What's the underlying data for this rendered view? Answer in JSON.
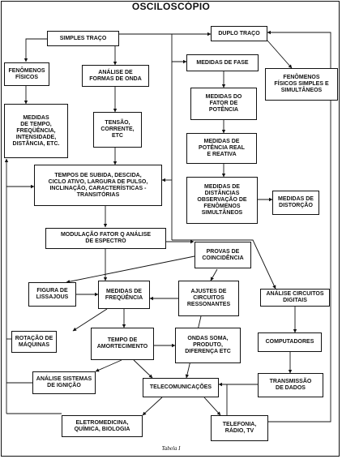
{
  "title": "OSCILOSCÓPIO",
  "caption": "Tabela I",
  "nodes": {
    "simples_traco": "SIMPLES TRAÇO",
    "duplo_traco": "DUPLO TRAÇO",
    "fenomenos_fisicos": "FENÔMENOS\nFÍSICOS",
    "analise_formas_onda": "ANÁLISE DE\nFORMAS DE ONDA",
    "medidas_fase": "MEDIDAS DE FASE",
    "fenomenos_simultaneos": "FENÔMENOS\nFÍSICOS SIMPLES E\nSIMULTÂNEOS",
    "medidas_fator_potencia": "MEDIDAS DO\nFATOR DE\nPOTÊNCIA",
    "medidas_tempo": "MEDIDAS\nDE TEMPO,\nFREQÜÊNCIA,\nINTENSIDADE,\nDISTÂNCIA, ETC.",
    "tensao_corrente": "TENSÃO,\nCORRENTE,\nETC",
    "medidas_potencia_real": "MEDIDAS DE\nPOTÊNCIA REAL\nE REATIVA",
    "tempos_subida": "TEMPOS DE SUBIDA, DESCIDA,\nCICLO ATIVO, LARGURA DE PULSO,\nINCLINAÇÃO, CARACTERÍSTICAS -\nTRANSITÓRIAS",
    "medidas_distancias": "MEDIDAS DE\nDISTÂNCIAS\nOBSERVAÇÃO DE\nFENÔMENOS\nSIMULTÂNEOS",
    "medidas_distorcao": "MEDIDAS DE\nDISTORÇÃO",
    "modulacao_fator": "MODULAÇÃO FATOR Q ANÁLISE\nDE ESPECTRO",
    "provas_coincidencia": "PROVAS DE\nCOINCIDÊNCIA",
    "figura_lissajous": "FIGURA DE\nLISSAJOUS",
    "medidas_frequencia": "MEDIDAS DE\nFREQÜÊNCIA",
    "ajustes_circuitos": "AJUSTES DE\nCIRCUITOS\nRESSONANTES",
    "analise_circuitos_digitais": "ANÁLISE CIRCUITOS\nDIGITAIS",
    "rotacao_maquinas": "ROTAÇÃO DE\nMÁQUINAS",
    "tempo_amortecimento": "TEMPO DE\nAMORTECIMENTO",
    "ondas_soma": "ONDAS SOMA,\nPRODUTO,\nDIFERENÇA ETC",
    "computadores": "COMPUTADORES",
    "analise_sistemas_ignicao": "ANÁLISE SISTEMAS\nDE IGNIÇÃO",
    "telecomunicacoes": "TELECOMUNICAÇÕES",
    "transmissao_dados": "TRANSMISSÃO\nDE DADOS",
    "eletromedicina": "ELETROMEDICINA,\nQUÍMICA, BIOLOGIA",
    "telefonia": "TELEFONIA,\nRÁDIO, TV"
  }
}
